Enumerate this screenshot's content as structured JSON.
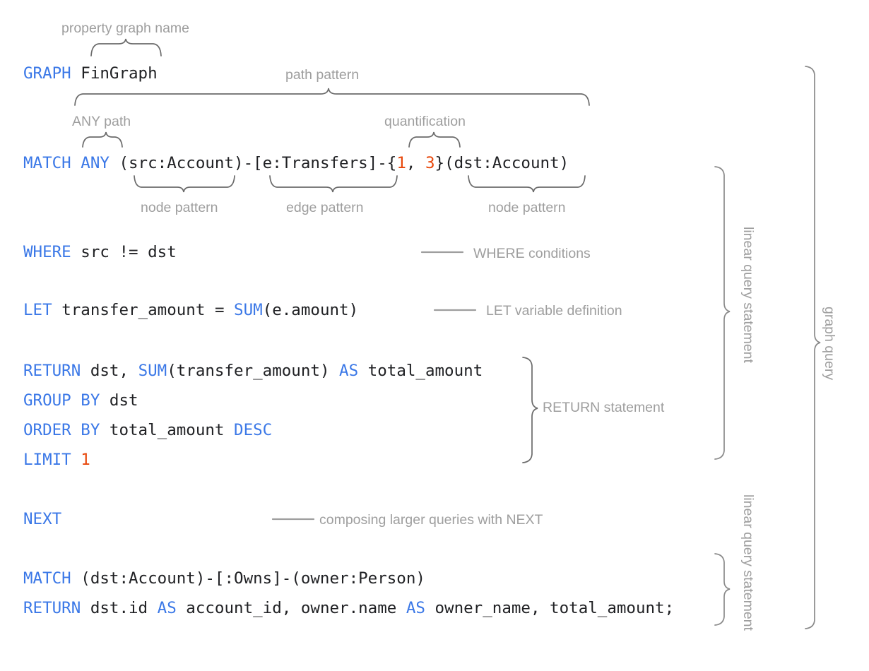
{
  "title": "GQL graph query anatomy diagram",
  "colors": {
    "keyword": "#3b78e7",
    "literal": "#e8480c",
    "code_text": "#202124",
    "annotation": "#9e9e9e",
    "brace": "#6b6b6b",
    "background": "#ffffff"
  },
  "code": {
    "line_graph": {
      "keyword": "GRAPH",
      "name": "FinGraph",
      "full": "GRAPH FinGraph"
    },
    "line_match": {
      "keyword": "MATCH",
      "path_mode": "ANY",
      "node_src": "(src:Account)",
      "dash1": "-",
      "edge": "[e:Transfers]",
      "dash2": "-",
      "quant_open": "{",
      "quant_lower": "1",
      "quant_sep": ", ",
      "quant_upper": "3",
      "quant_close": "}",
      "node_dst": "(dst:Account)",
      "full": "MATCH ANY (src:Account)-[e:Transfers]-{1, 3}(dst:Account)"
    },
    "line_where": {
      "keyword": "WHERE",
      "expr": "src != dst",
      "full": "WHERE src != dst"
    },
    "line_let": {
      "keyword": "LET",
      "var": "transfer_amount",
      "eq": "=",
      "func": "SUM",
      "arg": "(e.amount)",
      "full": "LET transfer_amount = SUM(e.amount)"
    },
    "line_return1": {
      "keyword": "RETURN",
      "cols": "dst, ",
      "func": "SUM",
      "arg": "(transfer_amount) ",
      "as": "AS",
      "alias": " total_amount",
      "full": "RETURN dst, SUM(transfer_amount) AS total_amount"
    },
    "line_group": {
      "keyword": "GROUP BY",
      "expr": "dst",
      "full": "GROUP BY dst"
    },
    "line_order": {
      "keyword": "ORDER BY",
      "expr": "total_amount",
      "dir": "DESC",
      "full": "ORDER BY total_amount DESC"
    },
    "line_limit": {
      "keyword": "LIMIT",
      "value": "1",
      "full": "LIMIT 1"
    },
    "line_next": {
      "keyword": "NEXT",
      "full": "NEXT"
    },
    "line_match2": {
      "keyword": "MATCH",
      "pattern": "(dst:Account)-[:Owns]-(owner:Person)",
      "full": "MATCH (dst:Account)-[:Owns]-(owner:Person)"
    },
    "line_return2": {
      "keyword": "RETURN",
      "c1": "dst.id ",
      "as1": "AS",
      "a1": " account_id, owner.name ",
      "as2": "AS",
      "a2": " owner_name, total_amount;",
      "full": "RETURN dst.id AS account_id, owner.name AS owner_name, total_amount;"
    }
  },
  "annotations": {
    "property_graph_name": "property graph name",
    "path_pattern": "path pattern",
    "any_path": "ANY path",
    "quantification": "quantification",
    "node_pattern_left": "node pattern",
    "edge_pattern": "edge pattern",
    "node_pattern_right": "node pattern",
    "where_conditions": "WHERE conditions",
    "let_variable_definition": "LET variable definition",
    "return_statement": "RETURN statement",
    "next_composing": "composing larger queries with NEXT",
    "linear_query_statement_1": "linear query statement",
    "linear_query_statement_2": "linear query statement",
    "graph_query": "graph query"
  }
}
